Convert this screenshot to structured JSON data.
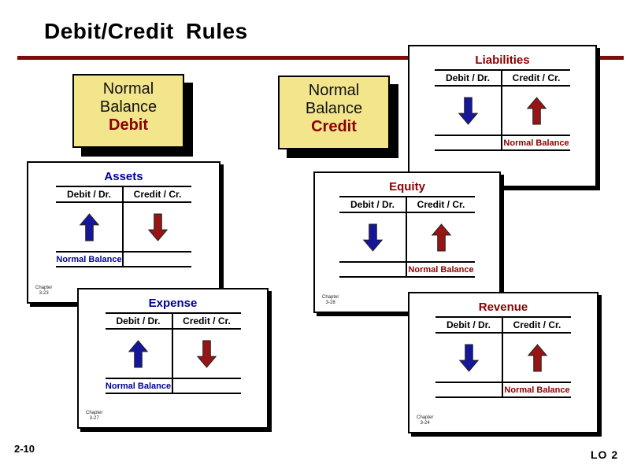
{
  "slide": {
    "title": "Debit/Credit Rules",
    "page_number": "2-10",
    "lo_label": "LO 2"
  },
  "colors": {
    "divider_red": "#7E0B0B",
    "dark_red": "#8B0000",
    "navy": "#00009B",
    "callout_bg": "#F2E58C",
    "arrow_blue": "#16169C",
    "arrow_red": "#991414"
  },
  "callouts": [
    {
      "line1": "Normal",
      "line2": "Balance",
      "emphasis": "Debit",
      "emphasis_color": "#8B0000"
    },
    {
      "line1": "Normal",
      "line2": "Balance",
      "emphasis": "Credit",
      "emphasis_color": "#8B0000"
    }
  ],
  "accounts": [
    {
      "name": "Assets",
      "name_color": "#00009B",
      "debit_header": "Debit / Dr.",
      "credit_header": "Credit / Cr.",
      "debit_arrow": {
        "dir": "up",
        "color": "#16169C"
      },
      "credit_arrow": {
        "dir": "down",
        "color": "#991414"
      },
      "footer": {
        "debit_label": "Normal Balance",
        "credit_label": "",
        "label_color": "#00009B"
      },
      "chapter": {
        "line1": "Chapter",
        "line2": "3-23"
      }
    },
    {
      "name": "Liabilities",
      "name_color": "#8B0000",
      "debit_header": "Debit / Dr.",
      "credit_header": "Credit / Cr.",
      "debit_arrow": {
        "dir": "down",
        "color": "#16169C"
      },
      "credit_arrow": {
        "dir": "up",
        "color": "#991414"
      },
      "footer": {
        "debit_label": "",
        "credit_label": "Normal Balance",
        "label_color": "#8B0000"
      }
    },
    {
      "name": "Equity",
      "name_color": "#8B0000",
      "debit_header": "Debit / Dr.",
      "credit_header": "Credit / Cr.",
      "debit_arrow": {
        "dir": "down",
        "color": "#16169C"
      },
      "credit_arrow": {
        "dir": "up",
        "color": "#991414"
      },
      "footer": {
        "debit_label": "",
        "credit_label": "Normal Balance",
        "label_color": "#8B0000"
      },
      "chapter": {
        "line1": "Chapter",
        "line2": "3-28"
      }
    },
    {
      "name": "Expense",
      "name_color": "#00009B",
      "debit_header": "Debit / Dr.",
      "credit_header": "Credit / Cr.",
      "debit_arrow": {
        "dir": "up",
        "color": "#16169C"
      },
      "credit_arrow": {
        "dir": "down",
        "color": "#991414"
      },
      "footer": {
        "debit_label": "Normal Balance",
        "credit_label": "",
        "label_color": "#00009B"
      },
      "chapter": {
        "line1": "Chapter",
        "line2": "3-27"
      }
    },
    {
      "name": "Revenue",
      "name_color": "#8B0000",
      "debit_header": "Debit / Dr.",
      "credit_header": "Credit / Cr.",
      "debit_arrow": {
        "dir": "down",
        "color": "#16169C"
      },
      "credit_arrow": {
        "dir": "up",
        "color": "#991414"
      },
      "footer": {
        "debit_label": "",
        "credit_label": "Normal Balance",
        "label_color": "#8B0000"
      },
      "chapter": {
        "line1": "Chapter",
        "line2": "3-24"
      }
    }
  ]
}
